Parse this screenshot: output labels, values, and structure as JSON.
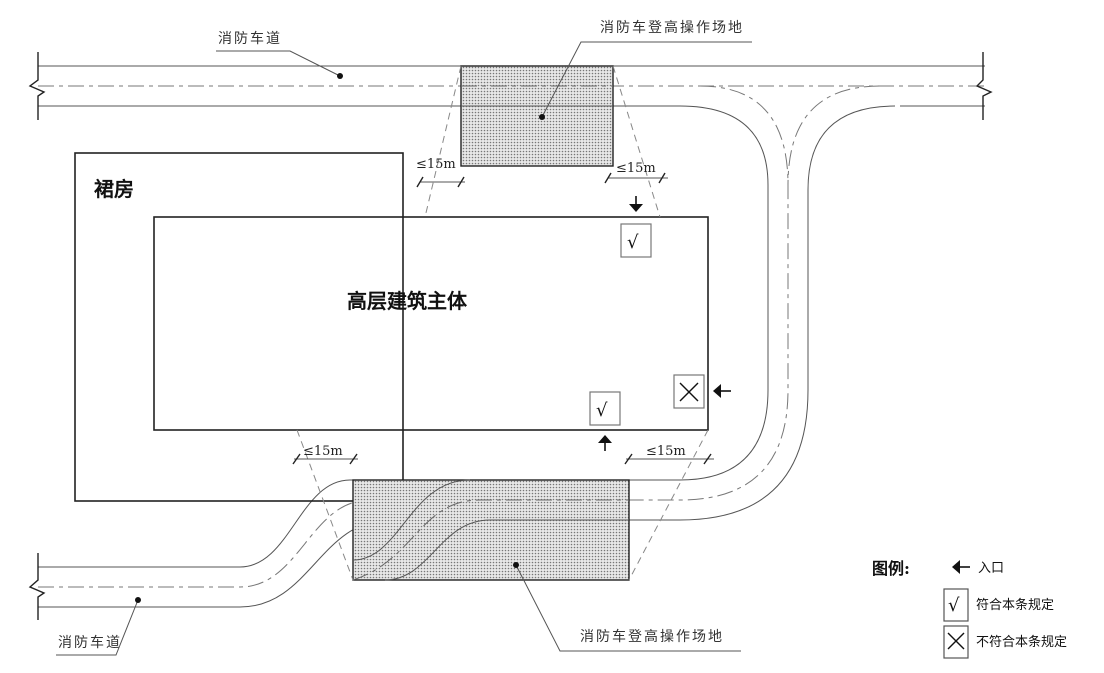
{
  "labels": {
    "fire_road_top": "消防车道",
    "fire_road_bottom": "消防车道",
    "platform_top": "消防车登高操作场地",
    "platform_bottom": "消防车登高操作场地",
    "podium": "裙房",
    "main_building": "高层建筑主体"
  },
  "dimensions": {
    "top_left": "≤15m",
    "top_right": "≤15m",
    "bottom_left": "≤15m",
    "bottom_right": "≤15m"
  },
  "entrances": [
    {
      "position": "top",
      "status": "compliant",
      "mark": "√"
    },
    {
      "position": "bottom",
      "status": "compliant",
      "mark": "√"
    },
    {
      "position": "right",
      "status": "non-compliant",
      "mark": "×"
    }
  ],
  "legend": {
    "title": "图例:",
    "items": [
      {
        "symbol": "arrow-left",
        "label": "入口"
      },
      {
        "symbol": "check",
        "mark": "√",
        "label": "符合本条规定"
      },
      {
        "symbol": "cross",
        "mark": "×",
        "label": "不符合本条规定"
      }
    ]
  },
  "colors": {
    "line": "#333333",
    "hatch": "#9a9a9a",
    "background": "#ffffff"
  }
}
